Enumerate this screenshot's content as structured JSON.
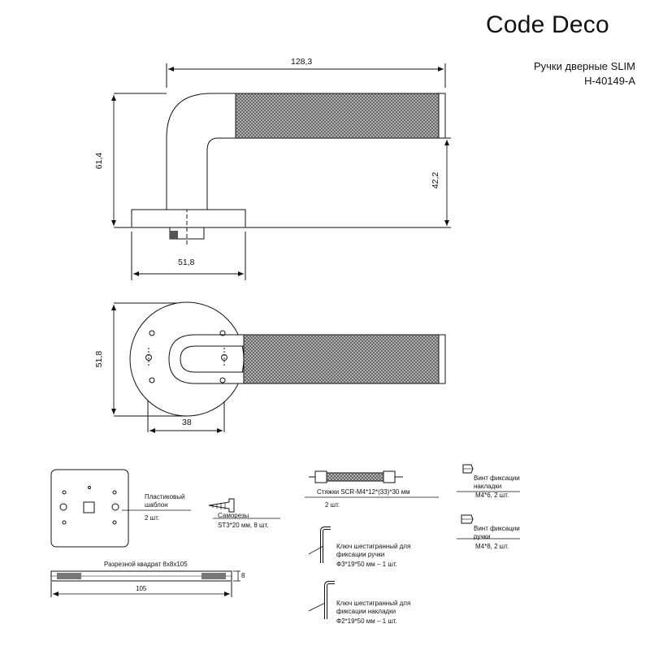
{
  "header": {
    "brand": "Code Deco",
    "title": "Ручки дверные SLIM",
    "model": "H-40149-A"
  },
  "dimensions": {
    "top_width": "128,3",
    "top_height_left": "61,4",
    "top_height_right": "42,2",
    "top_base": "51,8",
    "rosette_height": "51,8",
    "rosette_holes": "38"
  },
  "kit": {
    "template_label": "Пластиковый\nшаблон",
    "template_qty": "2 шт.",
    "screws_label": "Саморезы",
    "screws_spec": "ST3*20 мм, 8 шт.",
    "square_label": "Разрезной квадрат 8х8х105",
    "square_width": "105",
    "square_height": "8",
    "bolts_label": "Стяжки SCR-M4*12*(33)*30 мм",
    "bolts_qty": "2 шт.",
    "key1_label": "Ключ шестигранный для\nфиксации ручки",
    "key1_spec": "Ф3*19*50 мм – 1 шт.",
    "key2_label": "Ключ шестигранный для\nфиксации накладки",
    "key2_spec": "Ф2*19*50 мм – 1 шт.",
    "screw1_label": "Винт фиксации\nнакладки",
    "screw1_spec": "M4*6, 2 шт.",
    "screw2_label": "Винт фиксации\nручки",
    "screw2_spec": "M4*8, 2 шт."
  }
}
